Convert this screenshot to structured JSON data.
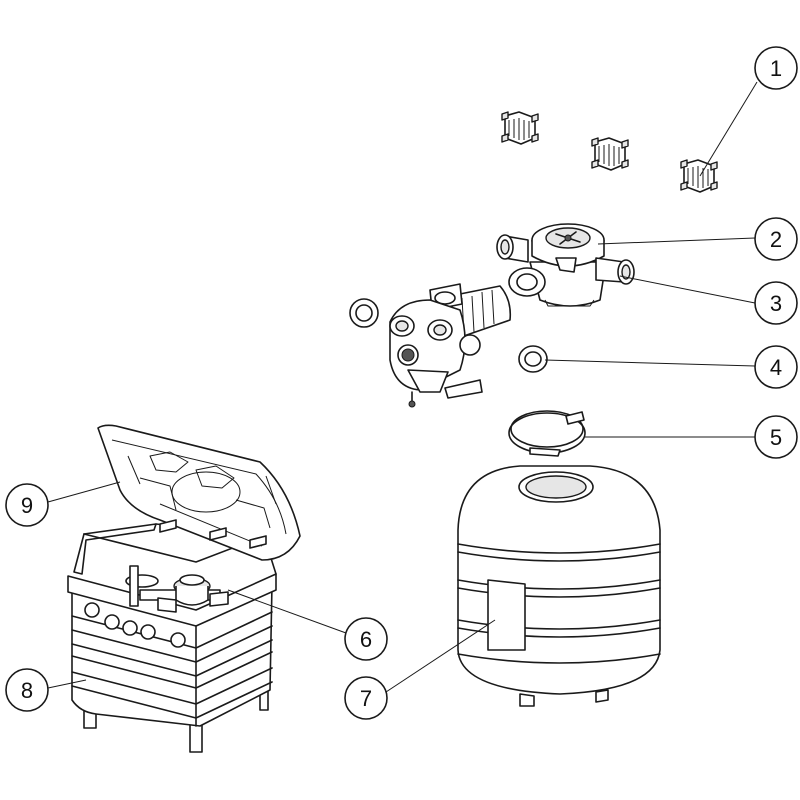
{
  "callouts": [
    {
      "id": "1",
      "label": "1"
    },
    {
      "id": "2",
      "label": "2"
    },
    {
      "id": "3",
      "label": "3"
    },
    {
      "id": "4",
      "label": "4"
    },
    {
      "id": "5",
      "label": "5"
    },
    {
      "id": "6",
      "label": "6"
    },
    {
      "id": "7",
      "label": "7"
    },
    {
      "id": "8",
      "label": "8"
    },
    {
      "id": "9",
      "label": "9"
    }
  ],
  "colors": {
    "line": "#1a1a1a",
    "background": "#ffffff",
    "shade": "#e6e6e6"
  }
}
